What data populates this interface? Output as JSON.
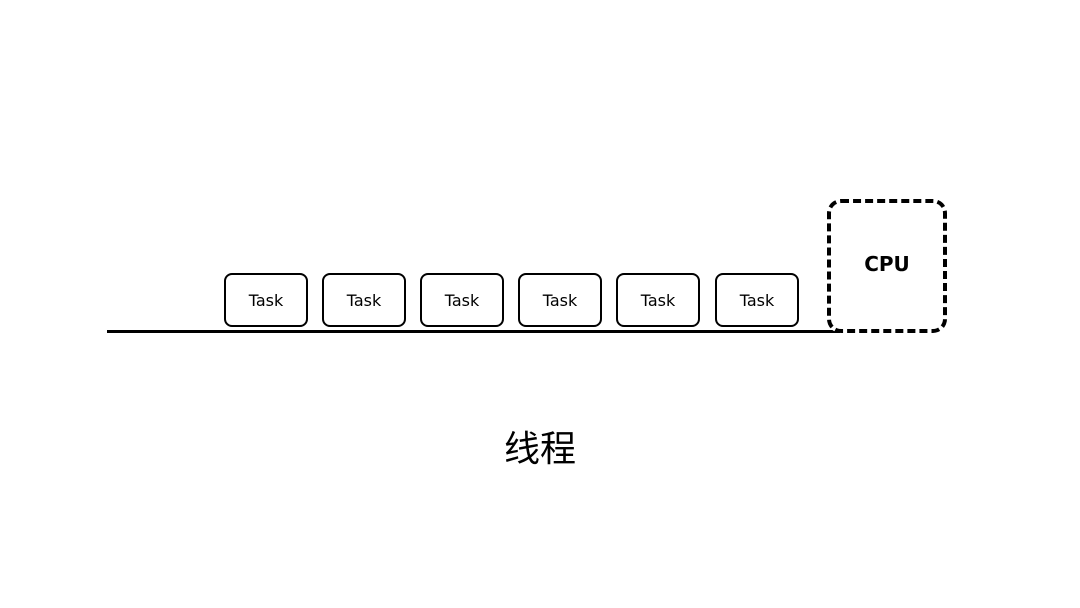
{
  "diagram": {
    "tasks": [
      {
        "label": "Task"
      },
      {
        "label": "Task"
      },
      {
        "label": "Task"
      },
      {
        "label": "Task"
      },
      {
        "label": "Task"
      },
      {
        "label": "Task"
      }
    ],
    "cpu_label": "CPU",
    "caption": "线程",
    "colors": {
      "stroke": "#000000",
      "background": "#ffffff"
    }
  }
}
